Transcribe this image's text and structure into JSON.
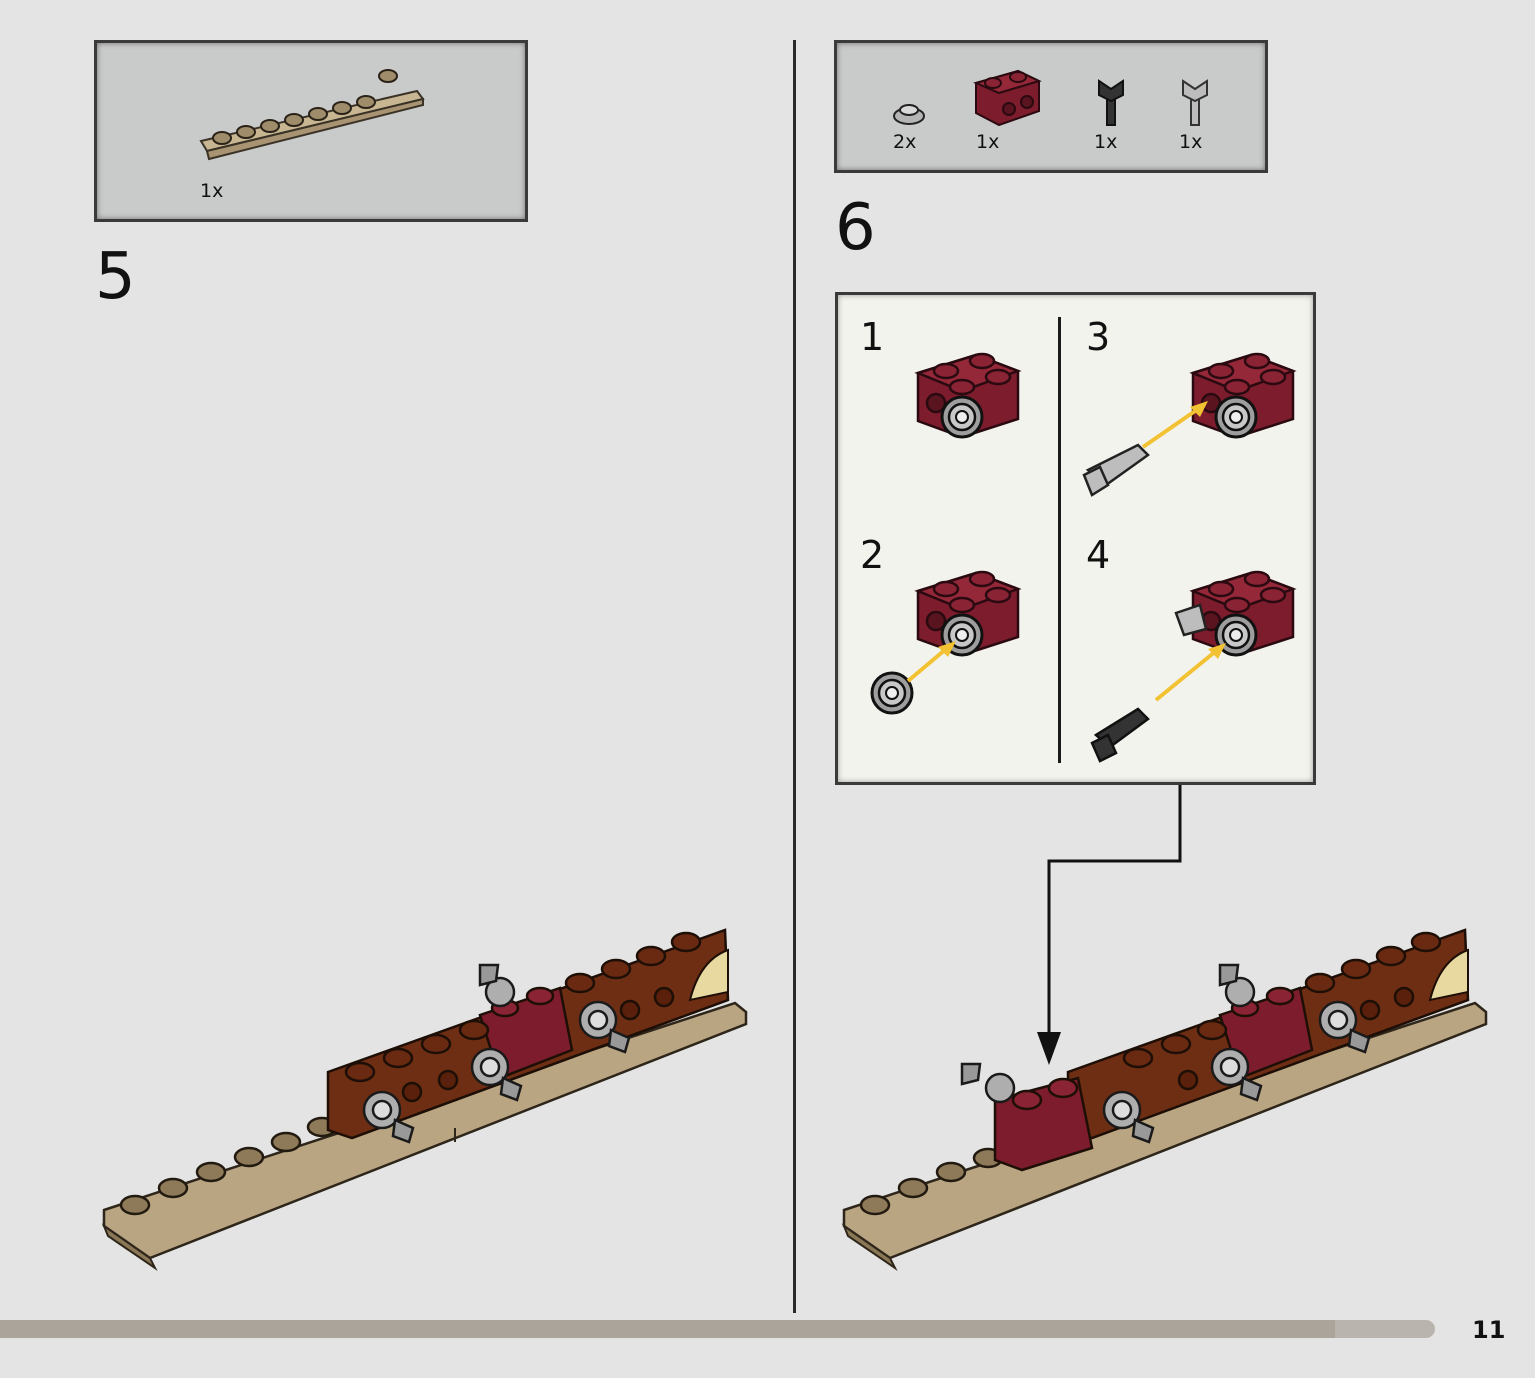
{
  "step5": {
    "number": "5",
    "parts": [
      {
        "qty": "1x",
        "part": "tan-plate-1x8-with-rail"
      }
    ]
  },
  "step6": {
    "number": "6",
    "parts": [
      {
        "qty": "2x",
        "part": "light-gray-round-plate"
      },
      {
        "qty": "1x",
        "part": "dark-red-brick-with-side-studs"
      },
      {
        "qty": "1x",
        "part": "black-blaster-clip"
      },
      {
        "qty": "1x",
        "part": "light-gray-blaster-clip"
      }
    ],
    "substeps": [
      {
        "number": "1"
      },
      {
        "number": "2"
      },
      {
        "number": "3"
      },
      {
        "number": "4"
      }
    ]
  },
  "footer": {
    "page_number": "11",
    "progress": 0.93
  },
  "colors": {
    "background": "#e4e4e4",
    "dark_red": "#7c1c2c",
    "tan": "#b9a582",
    "reddish_brown": "#6e2e14",
    "arrow_yellow": "#f2c232"
  }
}
